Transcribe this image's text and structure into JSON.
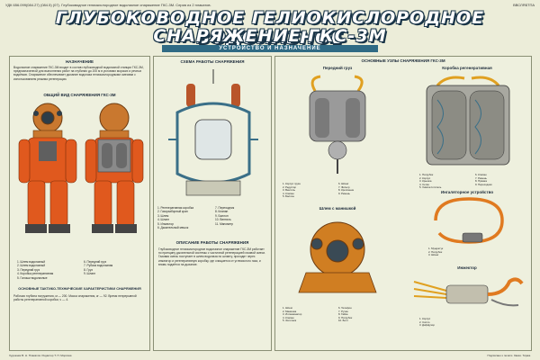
{
  "header": {
    "left_imprint": "УДК 656.099(084.27) (084.5) (07). Глубоководное гелиокислородное водолазное снаряжение ГКС-3М. Серия из 2 плакатов.",
    "right_imprint": "ВВСЛЯБТПА"
  },
  "title": {
    "line1": "ГЛУБОКОВОДНОЕ ГЕЛИОКИСЛОРОДНОЕ ВОДОЛАЗНОЕ",
    "line2": "СНАРЯЖЕНИЕ ГКС-3М",
    "subtitle": "УСТРОЙСТВО И НАЗНАЧЕНИЕ"
  },
  "sections": {
    "purpose": "НАЗНАЧЕНИЕ",
    "general_view": "ОБЩИЙ ВИД СНАРЯЖЕНИЯ ГКС-3М",
    "scheme": "СХЕМА РАБОТЫ СНАРЯЖЕНИЯ",
    "main_units": "ОСНОВНЫЕ УЗЛЫ СНАРЯЖЕНИЯ ГКС-3М",
    "front_weight": "Передний груз",
    "regen_box": "Коробка регенеративная",
    "helmet": "Шлем с манишкой",
    "inhale": "Ингаляторное устройство",
    "injector": "Инжектор",
    "description": "ОПИСАНИЕ РАБОТЫ СНАРЯЖЕНИЯ",
    "specs": "ОСНОВНЫЕ ТАКТИКО-ТЕХНИЧЕСКИЕ ХАРАКТЕРИСТИКИ СНАРЯЖЕНИЯ"
  },
  "texts": {
    "purpose_body": "Водолазное снаряжение ГКС-3М входит в состав глубоководной водолазной станции ГКС-3М, предназначенной для выполнения работ на глубинах до 200 м в условиях морских и речных водоёмов. Снаряжение обеспечивает дыхание водолаза гелиокислородными смесями с использованием режима регенерации.",
    "description_body": "Глубоководное гелиокислородное водолазное снаряжение ГКС-3М работает по принципу дыхательной системы с частичной регенерацией газовой смеси. Газовая смесь поступает в шлем водолаза по шлангу, проходит через инжектор и регенеративную коробку, где очищается от углекислого газа, и вновь подаётся на дыхание.",
    "specs_body": "Рабочая глубина погружения, м — 200. Масса снаряжения, кг — 92. Время непрерывной работы регенеративной коробки, ч — 4."
  },
  "legends": {
    "general": [
      "1. Шлем водолазный",
      "2. Шлем водолазный",
      "3. Передний груз",
      "4. Коробка регенеративная",
      "5. Галоши водолазные"
    ],
    "general2": [
      "6. Передний груз",
      "7. Рубаха водолазная",
      "8. Груз",
      "9. Шланг"
    ],
    "scheme": [
      "1. Регенеративная коробка",
      "2. Газоразборный кран",
      "3. Шлем",
      "4. Шланг",
      "5. Инжектор",
      "6. Дыхательный мешок"
    ],
    "scheme2": [
      "7. Переходник",
      "8. Клапан",
      "9. Баллон",
      "10. Вентиль",
      "11. Манометр"
    ],
    "front": [
      "1. Корпус груза",
      "2. Редуктор",
      "3. Вентиль",
      "4. Клапан",
      "5. Баллон"
    ],
    "front2": [
      "6. Шланг",
      "7. Фильтр",
      "8. Крепление",
      "9. Ремень"
    ],
    "regen": [
      "1. Патрубок",
      "2. Корпус",
      "3. Крышка",
      "4. Сетка",
      "5. Химпоглотитель"
    ],
    "regen2": [
      "6. Клапан",
      "7. Ремень",
      "8. Пряжка",
      "9. Переходник"
    ],
    "helmet": [
      "1. Шлем",
      "2. Манишка",
      "3. Иллюминатор",
      "4. Клапан",
      "5. Золотник"
    ],
    "helmet2": [
      "6. Телефон",
      "7. Ручка",
      "8. Гайка",
      "9. Патрубок",
      "10. Болт"
    ],
    "inhale": [
      "1. Мундштук",
      "2. Патрубок",
      "3. Шланг"
    ],
    "injector": [
      "1. Корпус",
      "2. Сопло",
      "3. Диффузор"
    ]
  },
  "footer": {
    "left": "Художник В. Н. Плакатов. Редактор Т. П. Морская.",
    "right": "Подписано к печати. Заказ. Тираж."
  },
  "colors": {
    "suit": "#e0591e",
    "helmet": "#c9782f",
    "tank": "#8a8a8a",
    "title_stroke": "#1a3548",
    "accent": "#2f6a84"
  }
}
